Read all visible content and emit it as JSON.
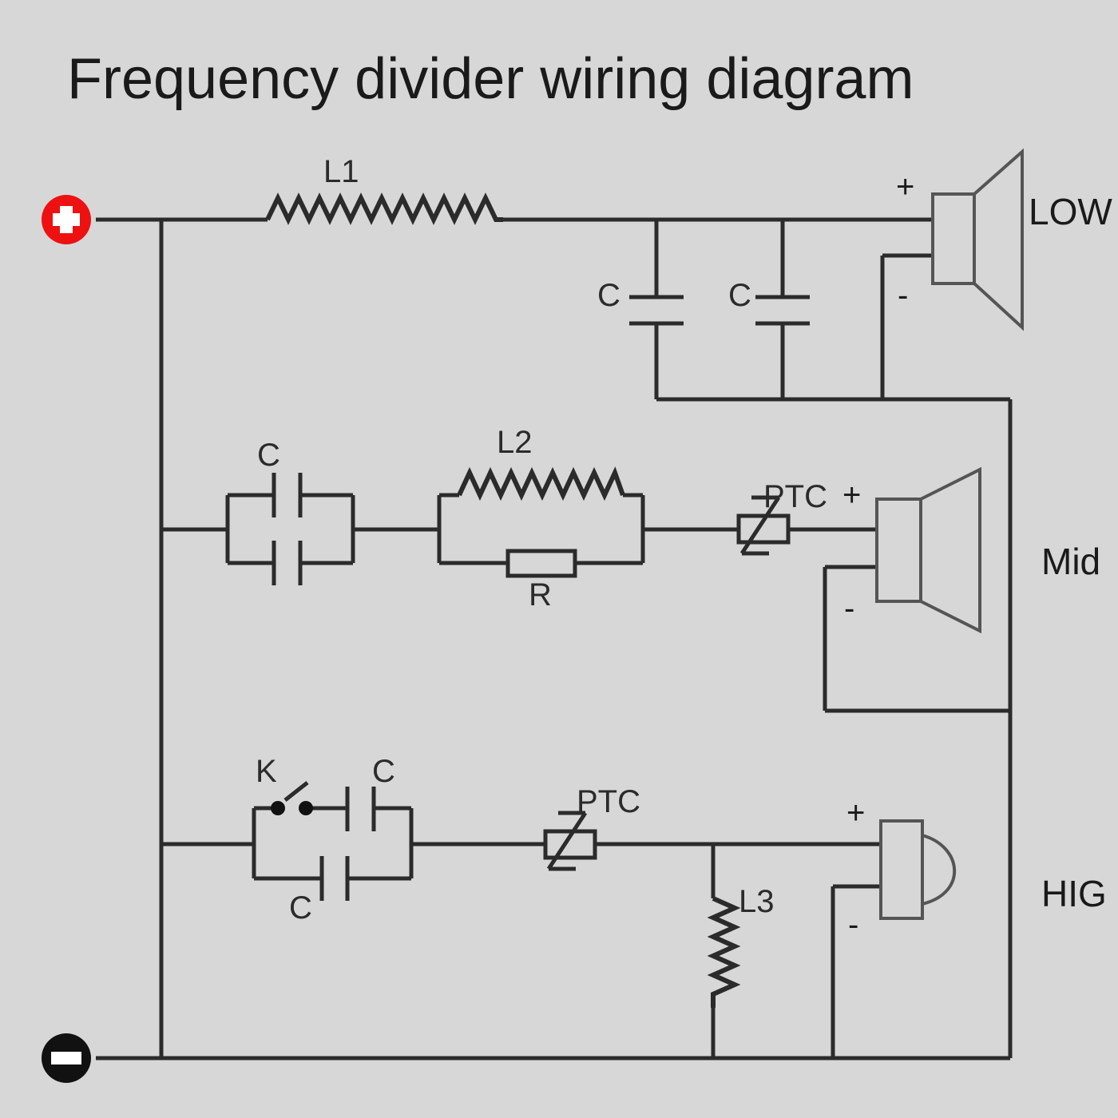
{
  "title": "Frequency divider wiring diagram",
  "background_color": "#d8d7d8",
  "wire_color": "#2b2b2b",
  "terminals": {
    "positive": {
      "symbol": "+",
      "color": "#ee1111",
      "label": "positive-terminal"
    },
    "negative": {
      "symbol": "–",
      "color": "#111111",
      "label": "negative-terminal"
    }
  },
  "outputs": {
    "low": "LOW",
    "mid": "Mid",
    "high": "HIG"
  },
  "components": {
    "l1": "L1",
    "c_low_1": "C",
    "c_low_2": "C",
    "c_mid": "C",
    "l2": "L2",
    "r_mid": "R",
    "ptc_mid": "PTC",
    "k_high": "K",
    "c_high_top": "C",
    "c_high_bottom": "C",
    "ptc_high": "PTC",
    "l3": "L3"
  },
  "polarity": {
    "low_plus": "+",
    "low_minus": "-",
    "mid_plus": "+",
    "mid_minus": "-",
    "high_plus": "+",
    "high_minus": "-"
  }
}
